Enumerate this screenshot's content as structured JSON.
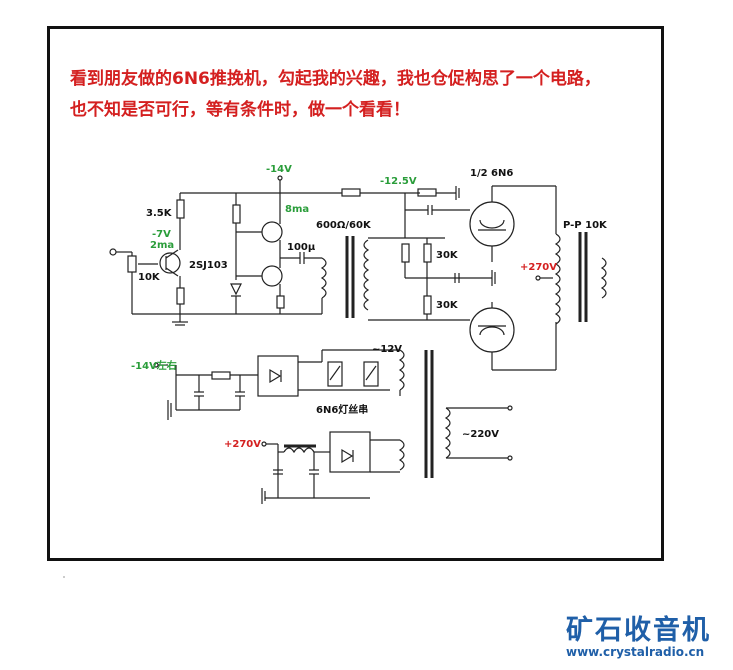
{
  "headline": {
    "line1": "看到朋友做的6N6推挽机，勾起我的兴趣，我也仓促构思了一个电路，",
    "line2": "也不知是否可行，等有条件时，做一个看看！"
  },
  "labels": {
    "v_minus14": "-14V",
    "v_minus12_5": "-12.5V",
    "tube": "1/2 6N6",
    "ma8": "8ma",
    "r_3_5k": "3.5K",
    "v_minus7": "-7V",
    "ma2": "2ma",
    "pot_10k": "10K",
    "fet": "2SJ103",
    "cap_100u": "100μ",
    "transformer_in": "600Ω/60K",
    "r_30k_top": "30K",
    "r_30k_bot": "30K",
    "pp_10k": "P-P 10K",
    "b_plus": "+270V",
    "v_minus14_supply": "-14V左右",
    "ac_12v": "~12V",
    "heater": "6N6灯丝串",
    "ac_220v": "~220V",
    "b_plus_supply": "+270V"
  },
  "brand": {
    "name": "矿石收音机",
    "url": "www.crystalradio.cn"
  },
  "colors": {
    "headline": "#d42020",
    "voltage_green": "#2a9d3a",
    "brand_blue": "#1f5fa8"
  }
}
